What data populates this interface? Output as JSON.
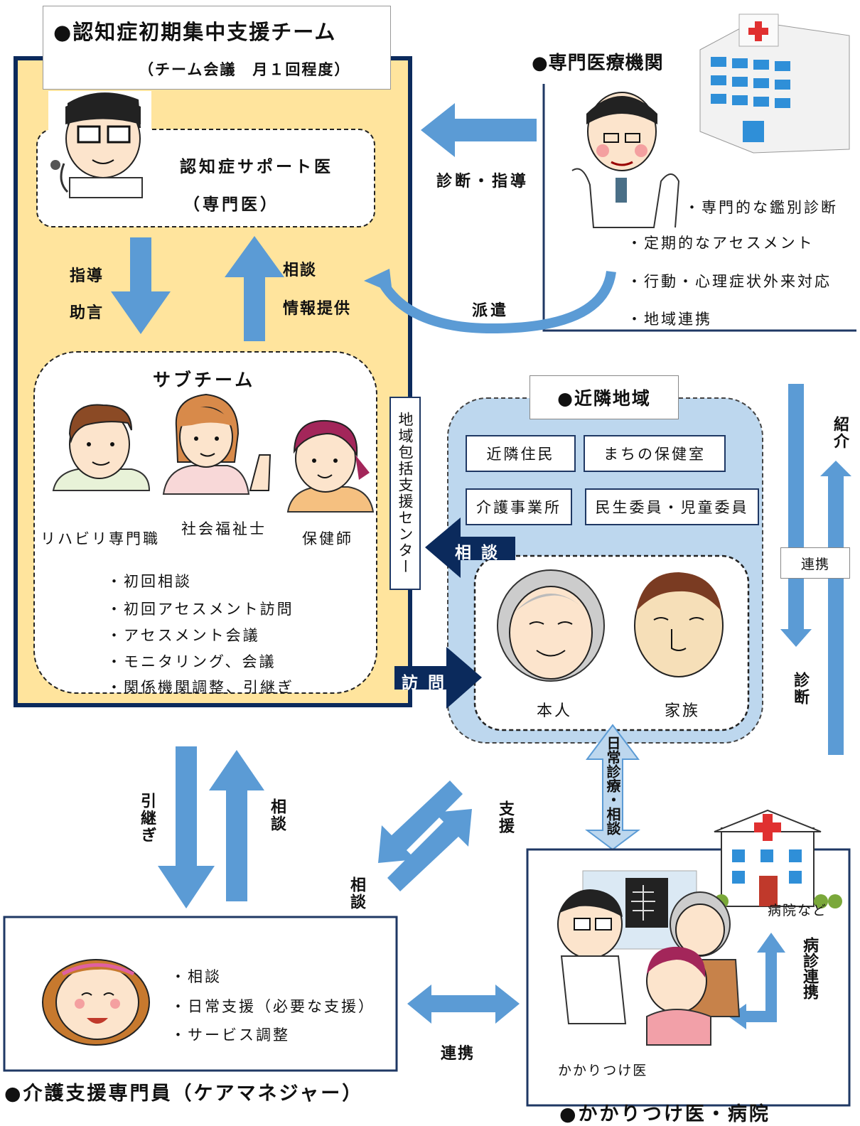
{
  "team": {
    "title": "●認知症初期集中支援チーム",
    "meeting": "（チーム会議　月１回程度）",
    "support_doctor": "認知症サポート医",
    "support_doctor_sub": "（専門医）",
    "guide_1": "指導",
    "guide_2": "助言",
    "consult": "相談",
    "info": "情報提供",
    "subteam_title": "サブチーム",
    "roles": [
      "リハビリ専門職",
      "社会福祉士",
      "保健師"
    ],
    "tasks": [
      "・初回相談",
      "・初回アセスメント訪問",
      "・アセスメント会議",
      "・モニタリング、会議",
      "・関係機関調整、引継ぎ"
    ]
  },
  "center": {
    "label": "地域包括支援センター"
  },
  "specialist": {
    "title": "●専門医療機関",
    "items": [
      "・専門的な鑑別診断",
      "・定期的なアセスメント",
      "・行動・心理症状外来対応",
      "・地域連携"
    ],
    "diagnosis_label": "診断・指導",
    "dispatch_label": "派遣"
  },
  "neighborhood": {
    "title": "●近隣地域",
    "boxes": [
      "近隣住民",
      "まちの保健室",
      "介護事業所",
      "民生委員・児童委員"
    ],
    "person": "本人",
    "family": "家族",
    "consult": "相 談",
    "visit": "訪 問"
  },
  "right_side": {
    "intro": "紹介",
    "link": "連携",
    "diagnosis": "診断"
  },
  "daily": {
    "label": "日常診療・相談"
  },
  "lower_left": {
    "handover": "引継ぎ",
    "consult": "相談"
  },
  "lower_mid": {
    "support": "支援",
    "consult": "相談",
    "link": "連携"
  },
  "care": {
    "title": "●介護支援専門員（ケアマネジャー）",
    "items": [
      "・相談",
      "・日常支援（必要な支援）",
      "・サービス調整"
    ]
  },
  "clinic": {
    "title": "●かかりつけ医・病院",
    "hospital": "病院など",
    "doctor": "かかりつけ医",
    "link": "病診連携"
  },
  "colors": {
    "arrow": "#5b9bd5",
    "navy": "#0b2a5c",
    "team_bg": "#ffe49d",
    "area_bg": "#bdd7ee"
  }
}
